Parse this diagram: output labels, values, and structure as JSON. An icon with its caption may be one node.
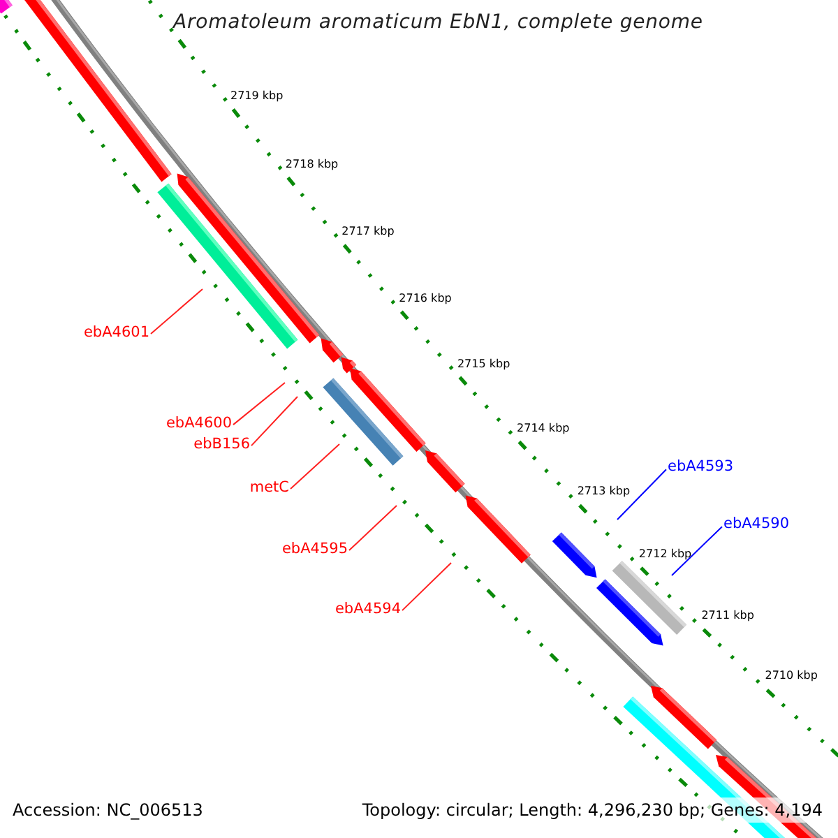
{
  "diagram": {
    "title": "Aromatoleum aromaticum EbN1, complete genome",
    "nodes": [
      {
        "text": [
          "ebA4601"
        ]
      },
      {
        "text": [
          "ebA4600"
        ]
      },
      {
        "text": [
          "ebB156"
        ]
      },
      {
        "text": [
          "ebA4593"
        ]
      },
      {
        "text": [
          "metC"
        ]
      },
      {
        "text": [
          "ebA4590"
        ]
      },
      {
        "text": [
          "ebA4595"
        ]
      },
      {
        "text": [
          "ebA4594"
        ]
      }
    ],
    "edges": [
      {
        "from": 0,
        "to": null,
        "arrow": "none"
      },
      {
        "from": 1,
        "to": null,
        "arrow": "none"
      },
      {
        "from": 2,
        "to": null,
        "arrow": "none"
      },
      {
        "from": 3,
        "to": null,
        "arrow": "none",
        "color": "#0000ff"
      },
      {
        "from": 4,
        "to": null,
        "arrow": "none"
      },
      {
        "from": 5,
        "to": null,
        "arrow": "none",
        "color": "#0000ff"
      },
      {
        "from": 6,
        "to": null,
        "arrow": "none"
      },
      {
        "from": 7,
        "to": null,
        "arrow": "none"
      }
    ],
    "labels": [
      "2719 kbp",
      "2718 kbp",
      "2717 kbp",
      "2716 kbp",
      "2715 kbp",
      "2714 kbp",
      "2713 kbp",
      "2712 kbp",
      "2711 kbp",
      "2710 kbp",
      "Accession: NC_006513",
      "Topology: circular; Length: 4,296,230 bp; Genes: 4,194"
    ]
  }
}
